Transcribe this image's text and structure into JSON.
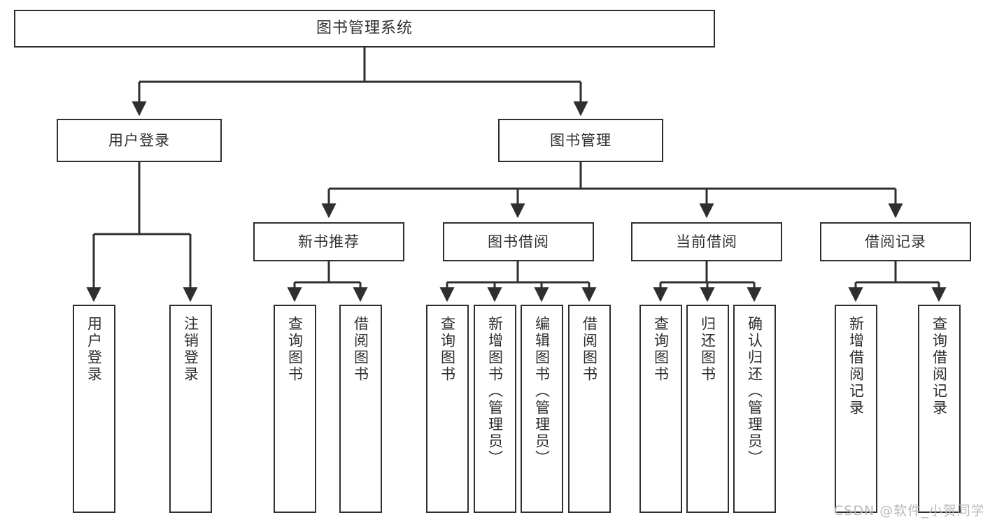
{
  "diagram": {
    "title": "图书管理系统",
    "type": "tree",
    "colors": {
      "border": "#2f2f2f",
      "background": "#ffffff",
      "text": "#2e2e2e",
      "edge": "#2f2f2f",
      "watermark": "#b9b9b9"
    },
    "root": {
      "label": "图书管理系统"
    },
    "level2": [
      {
        "label": "用户登录"
      },
      {
        "label": "图书管理"
      }
    ],
    "level3": [
      {
        "label": "新书推荐"
      },
      {
        "label": "图书借阅"
      },
      {
        "label": "当前借阅"
      },
      {
        "label": "借阅记录"
      }
    ],
    "leaves": {
      "user_login": [
        {
          "label": "用户登录"
        },
        {
          "label": "注销登录"
        }
      ],
      "new_book": [
        {
          "label": "查询图书"
        },
        {
          "label": "借阅图书"
        }
      ],
      "book_borrow": [
        {
          "label": "查询图书"
        },
        {
          "label": "新增图书（管理员）"
        },
        {
          "label": "编辑图书（管理员）"
        },
        {
          "label": "借阅图书"
        }
      ],
      "current_borrow": [
        {
          "label": "查询图书"
        },
        {
          "label": "归还图书"
        },
        {
          "label": "确认归还（管理员）"
        }
      ],
      "borrow_record": [
        {
          "label": "新增借阅记录"
        },
        {
          "label": "查询借阅记录"
        }
      ]
    },
    "watermark": "CSDN @软件_小贺同学"
  }
}
